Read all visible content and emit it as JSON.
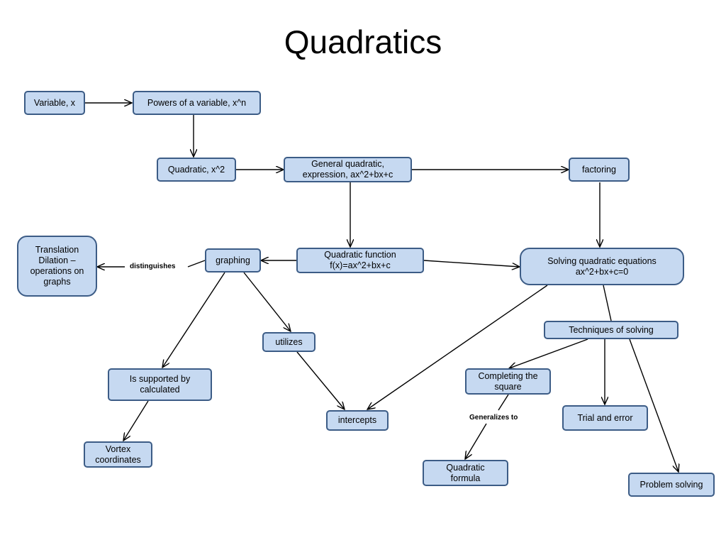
{
  "title": "Quadratics",
  "nodes": {
    "variable": "Variable, x",
    "powers": "Powers of a variable, x^n",
    "quadratic_x2": "Quadratic, x^2",
    "general_quadratic": "General quadratic,\nexpression, ax^2+bx+c",
    "factoring": "factoring",
    "translation": "Translation\nDilation –\noperations on\ngraphs",
    "graphing": "graphing",
    "quadratic_function": "Quadratic function\nf(x)=ax^2+bx+c",
    "solving": "Solving quadratic equations\nax^2+bx+c=0",
    "utilizes": "utilizes",
    "techniques": "Techniques of solving",
    "supported": "Is supported by\ncalculated",
    "completing": "Completing the\nsquare",
    "intercepts": "intercepts",
    "trial": "Trial and error",
    "vortex": "Vortex\ncoordinates",
    "quadratic_formula": "Quadratic\nformula",
    "problem_solving": "Problem solving"
  },
  "edge_labels": {
    "distinguishes": "distinguishes",
    "generalizes_to": "Generalizes to"
  },
  "colors": {
    "node_fill": "#c6d9f1",
    "node_border": "#3c5c86",
    "edge": "#000000"
  }
}
